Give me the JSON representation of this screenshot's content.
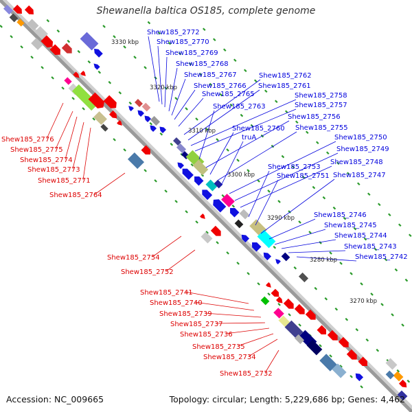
{
  "title": "Shewanella baltica OS185, complete genome",
  "footer": {
    "accession": "Accession: NC_009665",
    "topology": "Topology: circular; Length: 5,229,686 bp; Genes: 4,462"
  },
  "colors": {
    "forward_label": "#0000dd",
    "reverse_label": "#dd0000",
    "backbone": "#9a9a9a",
    "tick": "#2a9a2a"
  },
  "kbp_marks": [
    "3330 kbp",
    "3320 kbp",
    "3310 kbp",
    "3300 kbp",
    "3290 kbp",
    "3280 kbp",
    "3270 kbp"
  ],
  "forward_labels": [
    "Shew185_2772",
    "Shew185_2770",
    "Shew185_2769",
    "Shew185_2768",
    "Shew185_2767",
    "Shew185_2766",
    "Shew185_2765",
    "Shew185_2762",
    "Shew185_2761",
    "Shew185_2758",
    "Shew185_2757",
    "Shew185_2763",
    "Shew185_2756",
    "Shew185_2760",
    "Shew185_2755",
    "truA",
    "Shew185_2750",
    "Shew185_2749",
    "Shew185_2748",
    "Shew185_2753",
    "Shew185_2751",
    "Shew185_2747",
    "Shew185_2746",
    "Shew185_2745",
    "Shew185_2744",
    "Shew185_2743",
    "Shew185_2742"
  ],
  "reverse_labels": [
    "Shew185_2776",
    "Shew185_2775",
    "Shew185_2774",
    "Shew185_2773",
    "Shew185_2771",
    "Shew185_2764",
    "Shew185_2754",
    "Shew185_2752",
    "Shew185_2741",
    "Shew185_2740",
    "Shew185_2739",
    "Shew185_2737",
    "Shew185_2736",
    "Shew185_2735",
    "Shew185_2734",
    "Shew185_2732"
  ]
}
